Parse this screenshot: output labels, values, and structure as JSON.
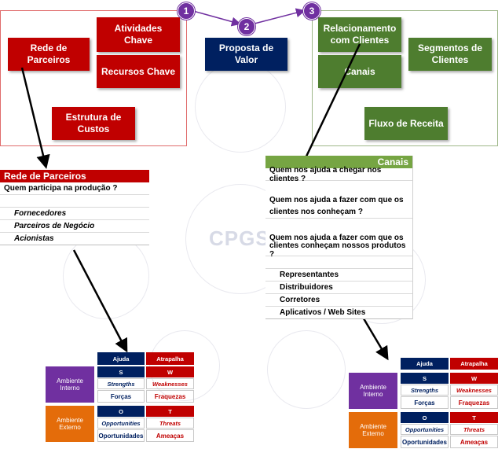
{
  "canvas_labels": {
    "parceiros": "Rede de Parceiros",
    "atividades": "Atividades Chave",
    "recursos": "Recursos Chave",
    "custos": "Estrutura de Custos",
    "proposta": "Proposta de Valor",
    "relacionamento": "Relacionamento com Clientes",
    "canais": "Canais",
    "segmentos": "Segmentos de Clientes",
    "receita": "Fluxo de Receita"
  },
  "badges": [
    "1",
    "2",
    "3"
  ],
  "watermark": "CPGS",
  "partners_table": {
    "header": "Rede de Parceiros",
    "question": "Quem participa na produção ?",
    "items": [
      "Fornecedores",
      "Parceiros de Negócio",
      "Acionistas"
    ]
  },
  "channels_table": {
    "header": "Canais",
    "q1": "Quem nos ajuda a chegar nos clientes ?",
    "q2a": "Quem nos ajuda a fazer com que os",
    "q2b": "clientes nos conheçam ?",
    "q3a": "Quem nos ajuda a fazer com que os",
    "q3b": "clientes conheçam nossos produtos ?",
    "items": [
      "Representantes",
      "Distribuidores",
      "Corretores",
      "Aplicativos / Web Sites"
    ]
  },
  "swot": {
    "help": "Ajuda",
    "hinder": "Atrapalha",
    "internal": "Ambiente Interno",
    "external": "Ambiente Externo",
    "s": "S",
    "w": "W",
    "o": "O",
    "t": "T",
    "strengths": "Strengths",
    "weaknesses": "Weaknesses",
    "opportunities": "Opportunities",
    "threats": "Threats",
    "forcas": "Forças",
    "fraquezas": "Fraquezas",
    "oportunidades": "Oportunidades",
    "ameacas": "Ameaças"
  },
  "colors": {
    "red": "#c00000",
    "navy": "#002060",
    "green": "#4e7d2f",
    "table_green": "#76a543",
    "purple": "#7030a0",
    "orange": "#e46c0a",
    "swot_purple": "#7030a0"
  }
}
